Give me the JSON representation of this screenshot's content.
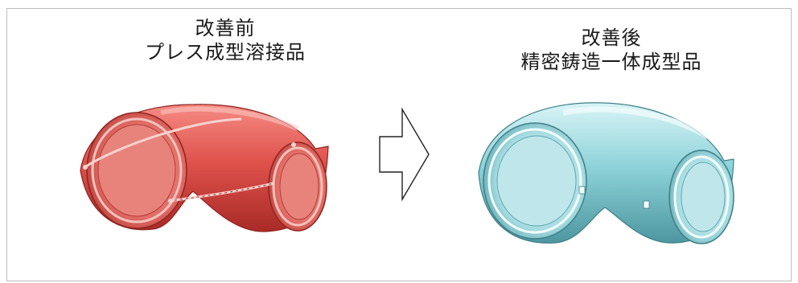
{
  "before": {
    "title": "改善前",
    "subtitle": "プレス成型溶接品",
    "body_color": "#e0524c"
  },
  "after": {
    "title": "改善後",
    "subtitle": "精密鋳造一体成型品",
    "body_color": "#8fd3da"
  },
  "arrow": {
    "icon": "right-arrow-icon"
  }
}
